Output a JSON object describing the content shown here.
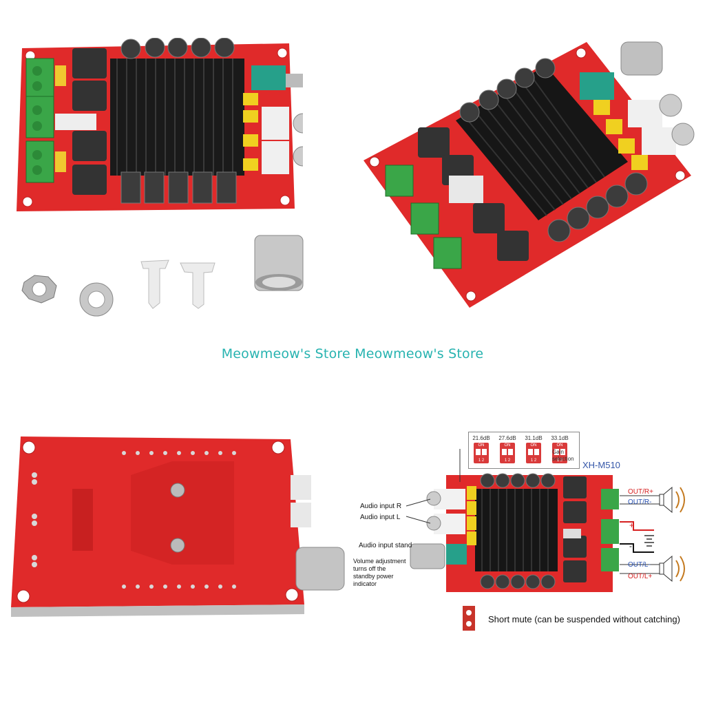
{
  "store_banner": "Meowmeow's Store Meowmeow's Store",
  "diagram": {
    "gain_options": [
      {
        "db": "21.6dB",
        "on": "ON",
        "num": "1 2"
      },
      {
        "db": "27.6dB",
        "on": "ON",
        "num": "1 2"
      },
      {
        "db": "31.1dB",
        "on": "ON",
        "num": "1 2"
      },
      {
        "db": "33.1dB",
        "on": "ON",
        "num": "1 2"
      }
    ],
    "gain_selection": "Gain selection",
    "model": "XH-M510",
    "audio_input_r": "Audio input R",
    "audio_input_l": "Audio input L",
    "audio_input_stand": "Audio input stand",
    "volume_note": "Volume adjustment turns off the standby power indicator",
    "out_r_plus": "OUT/R+",
    "out_r_minus": "OUT/R-",
    "out_l_minus": "OUT/L-",
    "out_l_plus": "OUT/L+",
    "plus": "+",
    "minus": "-",
    "short_mute": "Short mute (can be suspended without catching)"
  },
  "colors": {
    "pcb": "#e02a2a",
    "heatsink": "#1a1a1a",
    "banner": "#27b3b0",
    "terminal": "#3aa648",
    "capacitor": "#3c3c3c",
    "model": "#3456a8"
  }
}
